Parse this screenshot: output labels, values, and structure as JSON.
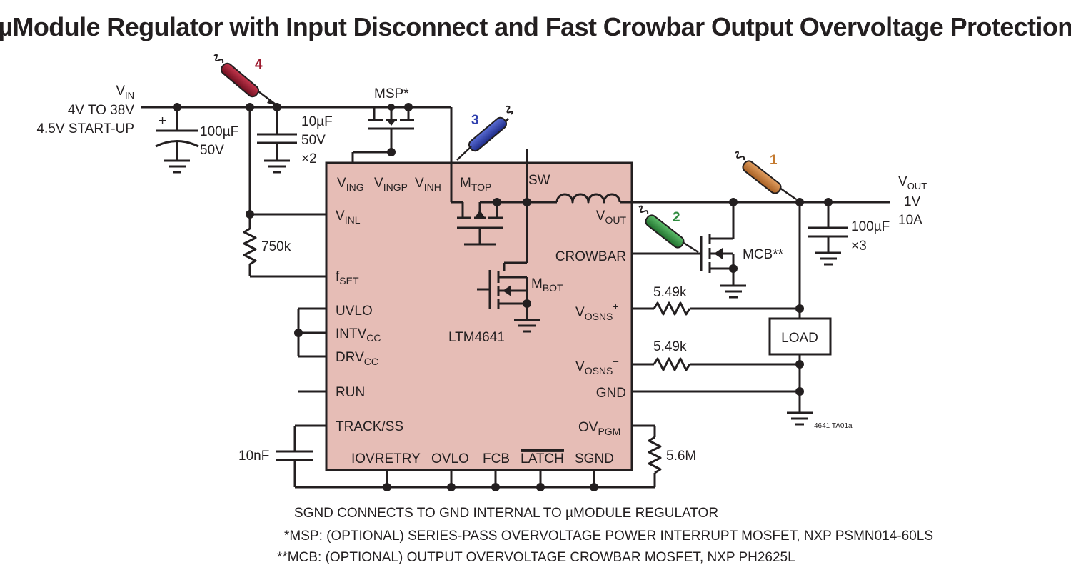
{
  "title": "µModule Regulator with Input Disconnect and Fast Crowbar Output Overvoltage Protection",
  "input": {
    "vin_main": "V",
    "vin_sub": "IN",
    "range": "4V TO 38V",
    "startup": "4.5V START-UP"
  },
  "output": {
    "vout_main": "V",
    "vout_sub": "OUT",
    "voltage": "1V",
    "current": "10A"
  },
  "ic": {
    "name": "LTM4641",
    "pins": {
      "ving_main": "V",
      "ving_sub": "ING",
      "vingp_main": "V",
      "vingp_sub": "INGP",
      "vinh_main": "V",
      "vinh_sub": "INH",
      "vinl_main": "V",
      "vinl_sub": "INL",
      "fset_main": "f",
      "fset_sub": "SET",
      "uvlo": "UVLO",
      "intvcc_main": "INTV",
      "intvcc_sub": "CC",
      "drvcc_main": "DRV",
      "drvcc_sub": "CC",
      "run": "RUN",
      "track": "TRACK/SS",
      "iovretry": "IOVRETRY",
      "ovlo": "OVLO",
      "fcb": "FCB",
      "latch": "LATCH",
      "sgnd": "SGND",
      "sw": "SW",
      "vout_main": "V",
      "vout_sub": "OUT",
      "crowbar": "CROWBAR",
      "vosnsp_main": "V",
      "vosnsp_sub": "OSNS",
      "vosnsp_sup": "+",
      "vosnsn_main": "V",
      "vosnsn_sub": "OSNS",
      "vosnsn_sup": "–",
      "gnd": "GND",
      "ovpgm_main": "OV",
      "ovpgm_sub": "PGM"
    },
    "mtop_main": "M",
    "mtop_sub": "TOP",
    "mbot_main": "M",
    "mbot_sub": "BOT"
  },
  "components": {
    "cin_bulk": {
      "value": "100µF",
      "voltage": "50V"
    },
    "cin_cer": {
      "value": "10µF",
      "voltage": "50V",
      "count": "×2"
    },
    "cout": {
      "value": "100µF",
      "count": "×3"
    },
    "r_fset": "750k",
    "r_sns_p": "5.49k",
    "r_sns_n": "5.49k",
    "r_ovpgm": "5.6M",
    "c_ss": "10nF",
    "msp": "MSP*",
    "mcb": "MCB**",
    "load": "LOAD",
    "plus": "+"
  },
  "probes": [
    {
      "number": "1",
      "color": "#c47a2f"
    },
    {
      "number": "2",
      "color": "#2e8b3e"
    },
    {
      "number": "3",
      "color": "#2e3fae"
    },
    {
      "number": "4",
      "color": "#9c1a2e"
    }
  ],
  "colors": {
    "ic_fill": "#e6bdb6",
    "ic_stroke": "#231f20",
    "ink": "#231f20"
  },
  "figure_id": "4641 TA01a",
  "notes": [
    "SGND CONNECTS TO GND INTERNAL TO µMODULE REGULATOR",
    "*MSP: (OPTIONAL) SERIES-PASS OVERVOLTAGE POWER INTERRUPT MOSFET, NXP PSMN014-60LS",
    "**MCB: (OPTIONAL) OUTPUT OVERVOLTAGE CROWBAR MOSFET, NXP PH2625L"
  ]
}
